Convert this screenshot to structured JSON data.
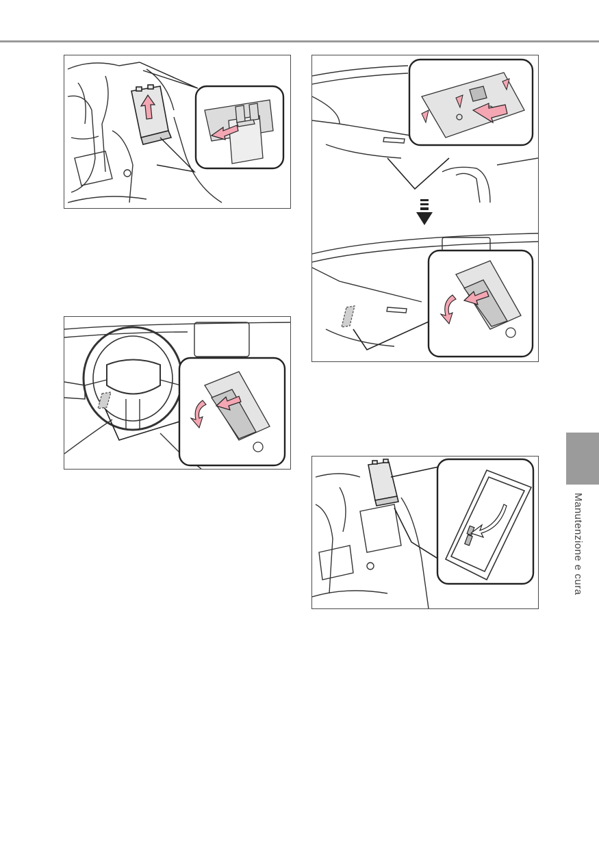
{
  "section_tab": {
    "label": "Manutenzione e cura",
    "color": "#9b9b9b"
  },
  "accent_color": "#f4a6b3",
  "figures": [
    {
      "id": "fig1",
      "name": "engine-fuse-box-cover-removal"
    },
    {
      "id": "fig2",
      "name": "passenger-fuse-panel-cover-removal"
    },
    {
      "id": "fig3",
      "name": "driver-side-fuse-box-access"
    },
    {
      "id": "fig4",
      "name": "fuse-puller-in-cover"
    }
  ]
}
